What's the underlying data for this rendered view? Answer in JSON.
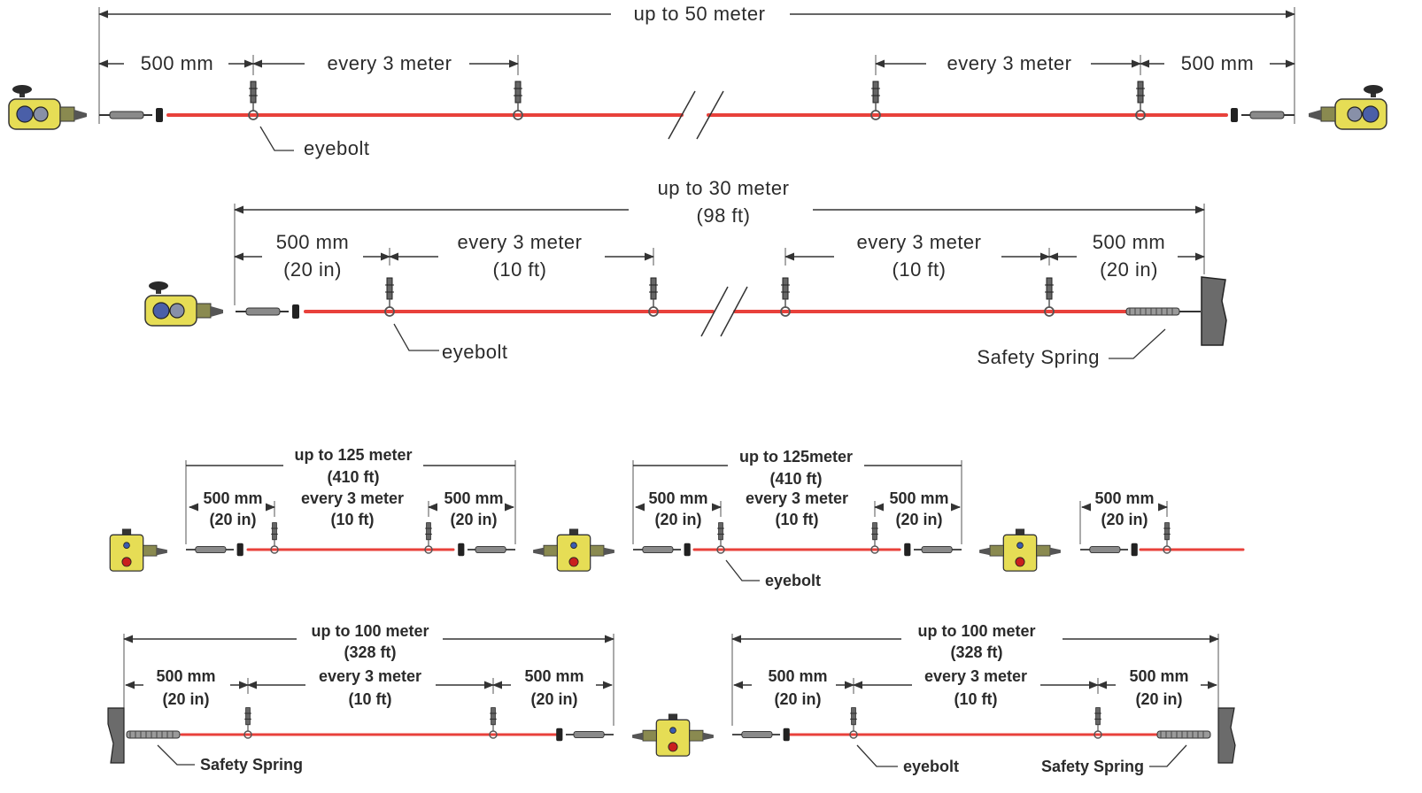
{
  "colors": {
    "rope": "#e8413b",
    "housing": "#e6dd55",
    "text": "#2b2b2b",
    "wall": "#6b6b6b"
  },
  "icons": [
    "switch-housing-icon",
    "turnbuckle-icon",
    "eyebolt-icon",
    "safety-spring-icon",
    "wall-anchor-icon"
  ],
  "diagram1": {
    "total": "up to 50 meter",
    "left_end": "500 mm",
    "left_span": "every 3 meter",
    "right_span": "every 3 meter",
    "right_end": "500 mm",
    "eyebolt": "eyebolt"
  },
  "diagram2": {
    "total_1": "up to 30 meter",
    "total_2": "(98 ft)",
    "left_end_1": "500 mm",
    "left_end_2": "(20 in)",
    "left_span_1": "every 3 meter",
    "left_span_2": "(10 ft)",
    "right_span_1": "every 3 meter",
    "right_span_2": "(10 ft)",
    "right_end_1": "500 mm",
    "right_end_2": "(20 in)",
    "eyebolt": "eyebolt",
    "spring": "Safety Spring"
  },
  "diagram3": {
    "seg1": {
      "total_1": "up to 125 meter",
      "total_2": "(410 ft)",
      "left_end_1": "500 mm",
      "left_end_2": "(20 in)",
      "span_1": "every 3 meter",
      "span_2": "(10 ft)",
      "right_end_1": "500 mm",
      "right_end_2": "(20 in)"
    },
    "seg2": {
      "total_1": "up to 125meter",
      "total_2": "(410 ft)",
      "left_end_1": "500 mm",
      "left_end_2": "(20 in)",
      "span_1": "every 3 meter",
      "span_2": "(10 ft)",
      "right_end_1": "500 mm",
      "right_end_2": "(20 in)"
    },
    "seg3": {
      "left_end_1": "500 mm",
      "left_end_2": "(20 in)"
    },
    "eyebolt": "eyebolt"
  },
  "diagram4": {
    "left": {
      "total_1": "up to 100 meter",
      "total_2": "(328 ft)",
      "left_end_1": "500 mm",
      "left_end_2": "(20 in)",
      "span_1": "every 3 meter",
      "span_2": "(10 ft)",
      "right_end_1": "500 mm",
      "right_end_2": "(20 in)"
    },
    "right": {
      "total_1": "up to 100 meter",
      "total_2": "(328 ft)",
      "left_end_1": "500 mm",
      "left_end_2": "(20 in)",
      "span_1": "every 3 meter",
      "span_2": "(10 ft)",
      "right_end_1": "500 mm",
      "right_end_2": "(20 in)"
    },
    "spring_left": "Safety Spring",
    "eyebolt": "eyebolt",
    "spring_right": "Safety Spring"
  }
}
